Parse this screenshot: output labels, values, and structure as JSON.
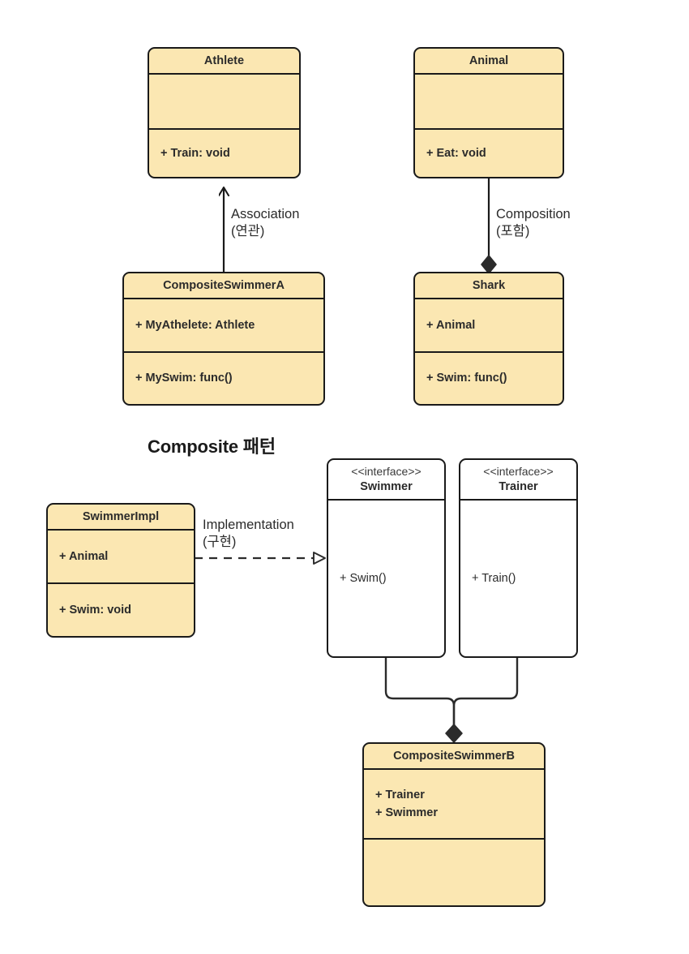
{
  "diagram": {
    "title_visible": false,
    "background": "#ffffff",
    "class_fill": "#fbe7b2",
    "interface_fill": "#ffffff",
    "stroke": "#1a1a1a",
    "text_color": "#2b2b2b"
  },
  "heading": {
    "composite_pattern": "Composite 패턴"
  },
  "classes": {
    "athlete": {
      "name": "Athlete",
      "attributes": "",
      "operations": "+ Train: void"
    },
    "animal": {
      "name": "Animal",
      "attributes": "",
      "operations": "+ Eat: void"
    },
    "composite_swimmer_a": {
      "name": "CompositeSwimmerA",
      "attributes": "+ MyAthelete: Athlete",
      "operations": "+ MySwim: func()"
    },
    "shark": {
      "name": "Shark",
      "attributes": "+ Animal",
      "operations": "+ Swim: func()"
    },
    "swimmer_impl": {
      "name": "SwimmerImpl",
      "attributes": "+ Animal",
      "operations": "+ Swim: void"
    },
    "swimmer_interface": {
      "stereotype": "<<interface>>",
      "name": "Swimmer",
      "operations": "+ Swim()"
    },
    "trainer_interface": {
      "stereotype": "<<interface>>",
      "name": "Trainer",
      "operations": "+ Train()"
    },
    "composite_swimmer_b": {
      "name": "CompositeSwimmerB",
      "attributes": "+ Trainer\n+ Swimmer",
      "operations": ""
    }
  },
  "relationships": {
    "association": {
      "label": "Association\n(연관)",
      "from": "CompositeSwimmerA",
      "to": "Athlete",
      "arrow": "open-arrowhead"
    },
    "composition": {
      "label": "Composition\n(포함)",
      "from": "Animal",
      "to": "Shark",
      "arrow": "filled-diamond"
    },
    "implementation": {
      "label": "Implementation\n(구현)",
      "from": "SwimmerImpl",
      "to": "Swimmer",
      "arrow": "hollow-triangle-dashed"
    },
    "aggregation_b": {
      "label": "",
      "from": "Swimmer, Trainer",
      "to": "CompositeSwimmerB",
      "arrow": "filled-diamond"
    }
  }
}
